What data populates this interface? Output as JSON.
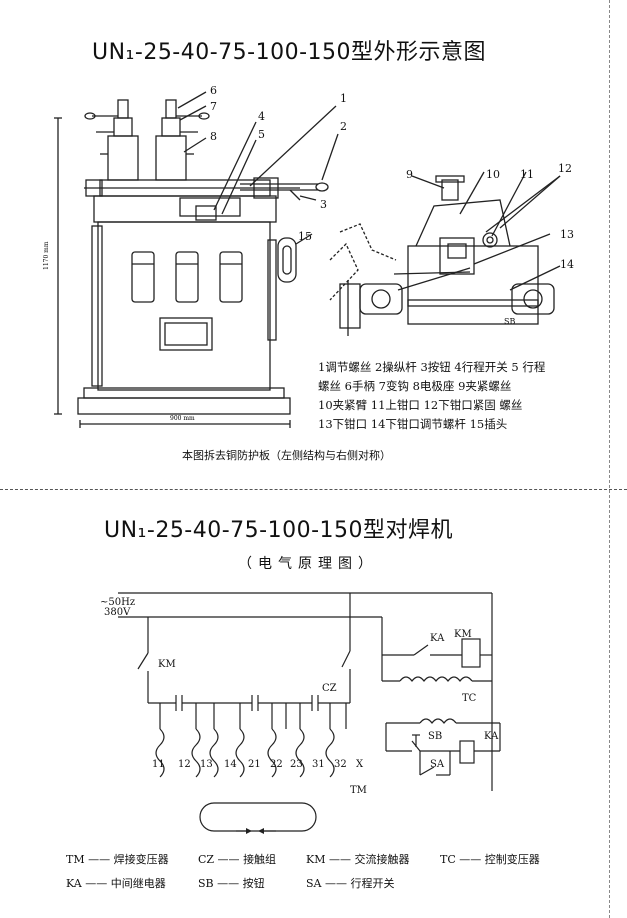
{
  "outline": {
    "title": "UN₁-25-40-75-100-150型外形示意图",
    "front_dims": {
      "height": "1170 mm",
      "width": "900 mm"
    },
    "callouts_front": [
      "1",
      "2",
      "3",
      "4",
      "5",
      "6",
      "7",
      "8"
    ],
    "callouts_side": [
      "9",
      "10",
      "11",
      "12",
      "13",
      "14",
      "15"
    ],
    "side_label_sb": "SB",
    "legend_lines": [
      "1调节螺丝  2操纵杆  3按钮 4行程开关 5 行程",
      "螺丝  6手柄  7变钩   8电极座  9夹紧螺丝",
      "10夹紧臂      11上钳口     12下钳口紧固 螺丝",
      "13下钳口     14下钳口调节螺杆          15插头"
    ],
    "caption": "本图拆去铜防护板（左侧结构与右侧对称）"
  },
  "electrical": {
    "title": "UN₁-25-40-75-100-150型对焊机",
    "subtitle": "（电气原理图）",
    "supply_labels": [
      "~50Hz",
      "380V"
    ],
    "labels": {
      "km_left": "KM",
      "ka_top": "KA",
      "km_top": "KM",
      "tc": "TC",
      "cz": "CZ",
      "sb": "SB",
      "ka_right": "KA",
      "sa": "SA",
      "tm": "TM",
      "x": "X"
    },
    "terminals": [
      "11",
      "12",
      "13",
      "14",
      "21",
      "22",
      "23",
      "31",
      "32"
    ],
    "legend": [
      {
        "code": "TM",
        "desc": "焊接变压器"
      },
      {
        "code": "CZ",
        "desc": "接触组"
      },
      {
        "code": "KM",
        "desc": "交流接触器"
      },
      {
        "code": "TC",
        "desc": "控制变压器"
      },
      {
        "code": "KA",
        "desc": "中间继电器"
      },
      {
        "code": "SB",
        "desc": "按钮"
      },
      {
        "code": "SA",
        "desc": "行程开关"
      }
    ]
  }
}
